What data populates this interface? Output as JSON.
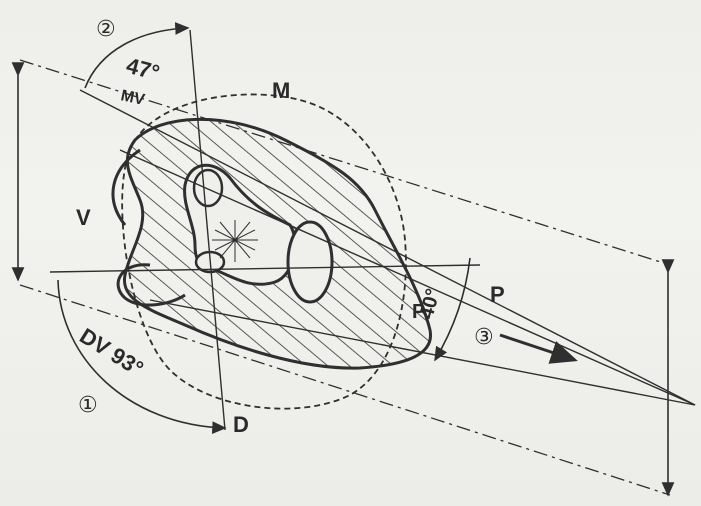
{
  "labels": {
    "step1": "①",
    "step2": "②",
    "step3": "③",
    "angle_mv": "47°",
    "mv": "MV",
    "angle_dv": "DV 93°",
    "angle_p": "40°",
    "M": "M",
    "V": "V",
    "D": "D",
    "P": "P",
    "p_small": "P"
  },
  "colors": {
    "ink": "#2f2f2f",
    "paper": "#eeeeea"
  }
}
